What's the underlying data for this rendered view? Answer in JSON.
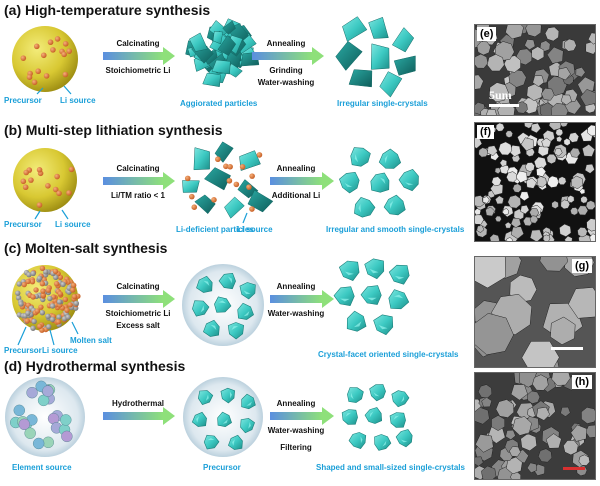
{
  "sections": [
    {
      "title": "(a) High-temperature synthesis"
    },
    {
      "title": "(b) Multi-step lithiation synthesis"
    },
    {
      "title": "(c) Molten-salt synthesis"
    },
    {
      "title": "(d) Hydrothermal synthesis"
    }
  ],
  "a": {
    "precursor": "Precursor",
    "li_source": "Li source",
    "step1_top": "Calcinating",
    "step1_bottom": "Stoichiometric Li",
    "mid_label": "Aggiorated particles",
    "step2_top": "Annealing",
    "step2_mid": "Grinding",
    "step2_bottom": "Water-washing",
    "end_label": "Irregular single-crystals"
  },
  "b": {
    "precursor": "Precursor",
    "li_source": "Li source",
    "step1_top": "Calcinating",
    "step1_bottom": "Li/TM ratio < 1",
    "mid_label": "Li-deficient particles",
    "mid_li": "Li source",
    "step2_top": "Annealing",
    "step2_bottom": "Additional Li",
    "end_label": "Irregular and smooth single-crystals"
  },
  "c": {
    "precursor": "Precursor",
    "li_source": "Li source",
    "molten": "Molten salt",
    "step1_top": "Calcinating",
    "step1_mid": "Stoichiometric Li",
    "step1_bottom": "Excess salt",
    "step2_top": "Annealing",
    "step2_bottom": "Water-washing",
    "end_label": "Crystal-facet oriented single-crystals"
  },
  "d": {
    "start_label": "Element source",
    "step1_top": "Hydrothermal",
    "mid_label": "Precursor",
    "step2_top": "Annealing",
    "step2_mid": "Water-washing",
    "step2_bottom": "Filtering",
    "end_label": "Shaped and small-sized  single-crystals"
  },
  "sem": {
    "e": "(e)",
    "f": "(f)",
    "g": "(g)",
    "h": "(h)",
    "scale": "5um"
  },
  "colors": {
    "label_blue": "#1a9fd8",
    "arrow_start": "#5b8fe0",
    "arrow_end": "#8ee07a",
    "crystal": "#3cc9c2",
    "sphere": "#d8c832",
    "li_dot": "#e07a40"
  }
}
